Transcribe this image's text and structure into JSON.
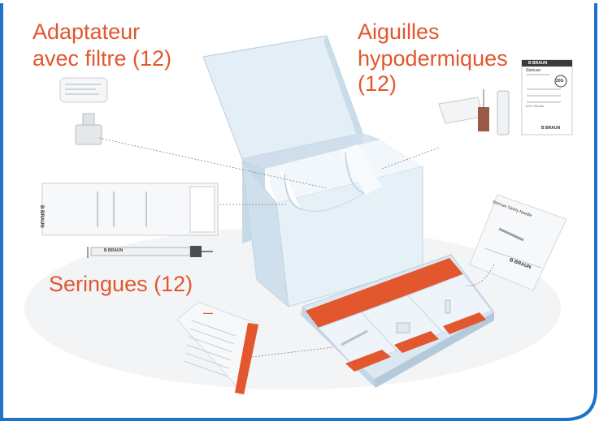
{
  "labels": {
    "adapter_line1": "Adaptateur",
    "adapter_line2": "avec filtre (12)",
    "needles_line1": "Aiguilles",
    "needles_line2": "hypodermiques",
    "needles_line3": "(12)",
    "syringes": "Seringues (12)"
  },
  "product_texts": {
    "brand": "B BRAUN",
    "leaflet_title": "Sterican",
    "leaflet_subtitle": "Safety Needle",
    "needle_gauge": "20G",
    "needle_size": "0,9 x 25 mm"
  },
  "colors": {
    "accent": "#e2572d",
    "border": "#1e73c8",
    "box": "#dbe9f3"
  }
}
